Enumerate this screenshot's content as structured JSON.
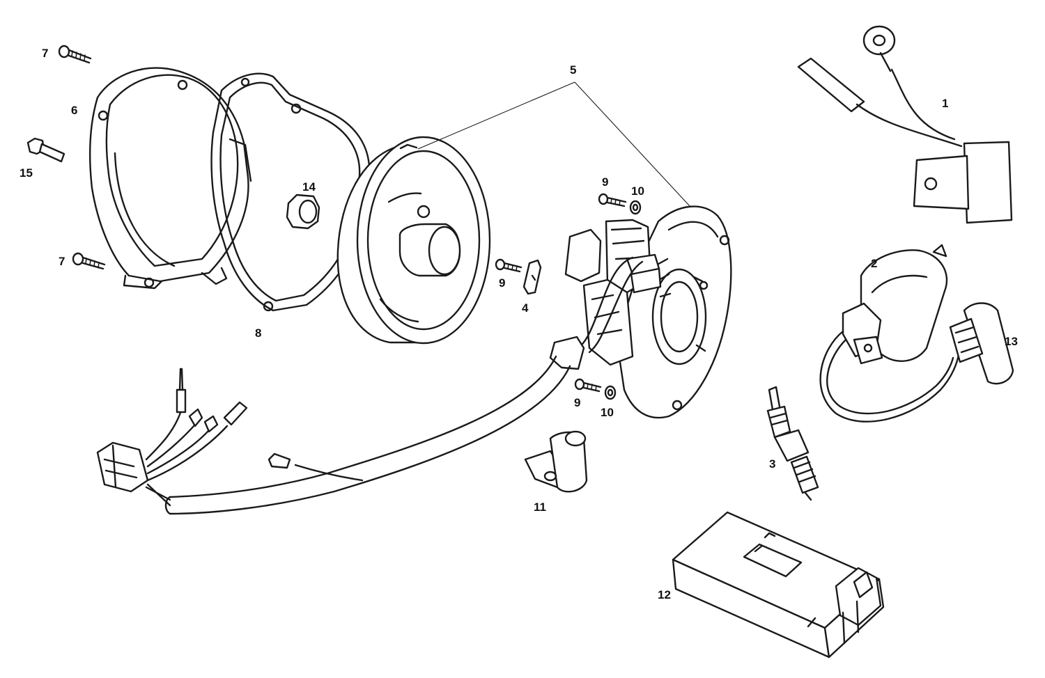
{
  "labels": {
    "p1": "1",
    "p2": "2",
    "p3": "3",
    "p4": "4",
    "p5": "5",
    "p6": "6",
    "p7a": "7",
    "p7b": "7",
    "p8": "8",
    "p9a": "9",
    "p9b": "9",
    "p9c": "9",
    "p10a": "10",
    "p10b": "10",
    "p11": "11",
    "p12": "12",
    "p13": "13",
    "p14": "14",
    "p15": "15"
  }
}
